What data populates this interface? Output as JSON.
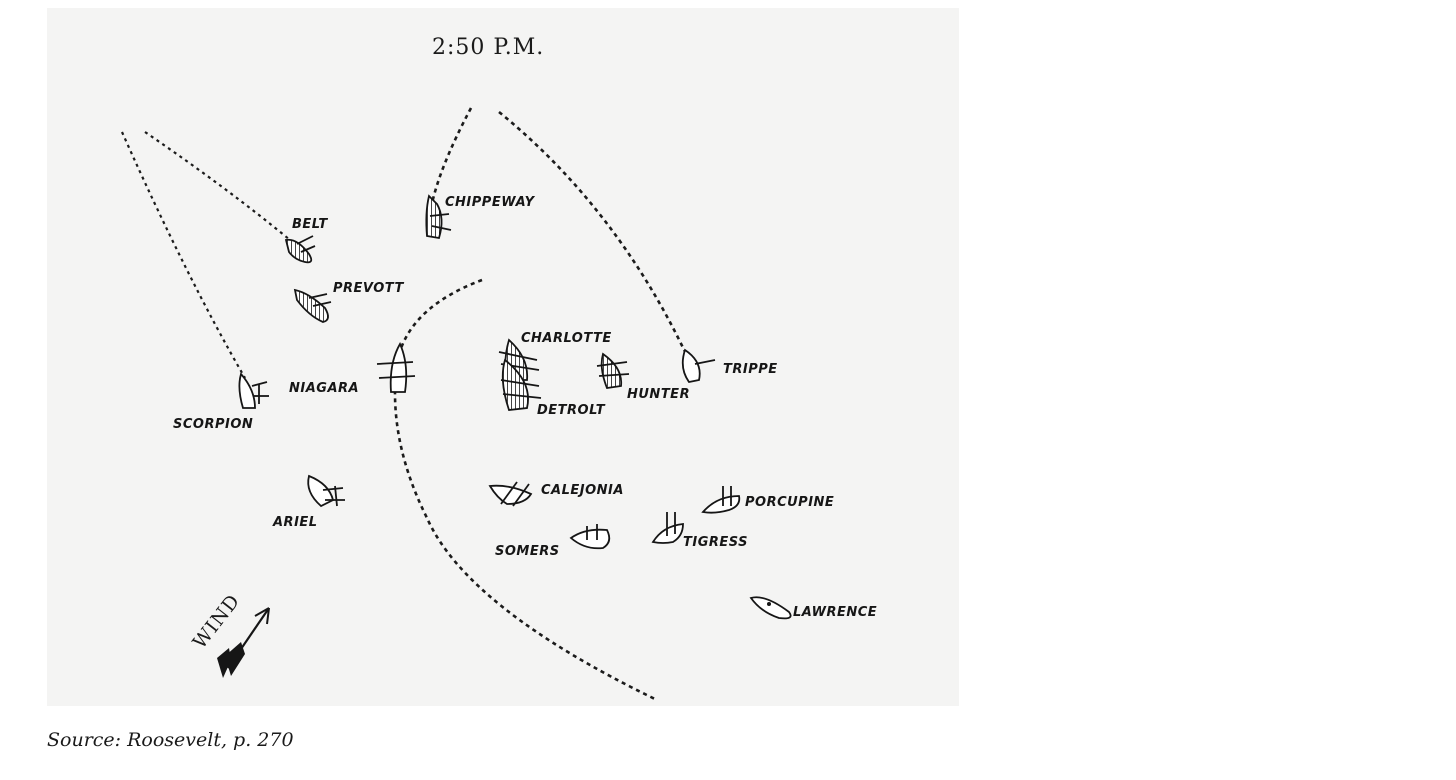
{
  "map": {
    "title": "2:50 P.M.",
    "wind_label": "WIND",
    "ships": {
      "belt": "BELT",
      "chippeway": "CHIPPEWAY",
      "prevott": "PREVOTT",
      "charlotte": "CHARLOTTE",
      "trippe": "TRIPPE",
      "niagara": "NIAGARA",
      "scorpion": "SCORPION",
      "hunter": "HUNTER",
      "detroit": "DETROLT",
      "calejonia": "CALEJONIA",
      "porcupine": "PORCUPINE",
      "ariel": "ARIEL",
      "somers": "SOMERS",
      "tigress": "TIGRESS",
      "lawrence": "LAWRENCE"
    }
  },
  "caption": {
    "source": "Source: Roosevelt, p. 270"
  }
}
